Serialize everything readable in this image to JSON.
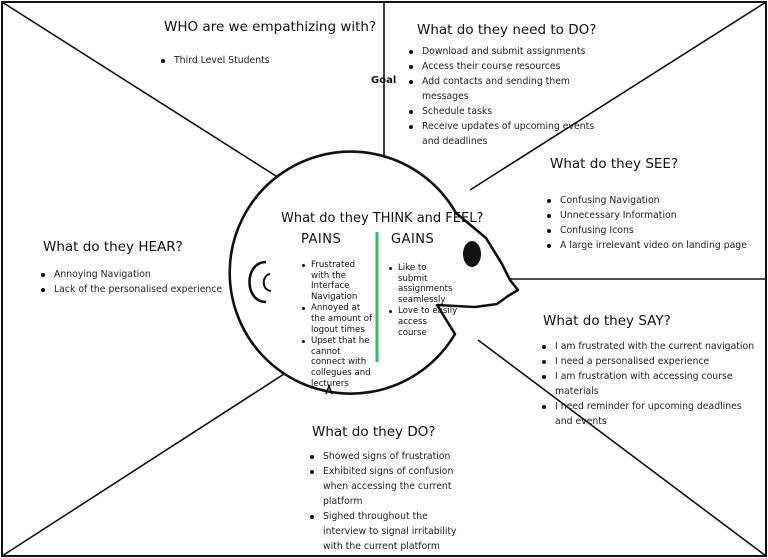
{
  "empathy_map": {
    "who": {
      "title": "WHO are we empathizing with?",
      "items": [
        "Third Level Students"
      ]
    },
    "goal_label": "Goal",
    "need_to_do": {
      "title": "What do they need to DO?",
      "items": [
        "Download and submit assignments",
        "Access their course resources",
        "Add contacts and sending them messages",
        "Schedule tasks",
        "Receive updates of upcoming events  and deadlines"
      ]
    },
    "see": {
      "title": "What do they SEE?",
      "items": [
        "Confusing Navigation",
        "Unnecessary Information",
        "Confusing Icons",
        "A large irrelevant video on landing page"
      ]
    },
    "hear": {
      "title": "What do they HEAR?",
      "items": [
        "Annoying Navigation",
        "Lack of the personalised experience"
      ]
    },
    "say": {
      "title": "What do they SAY?",
      "items": [
        "I am frustrated with the current navigation",
        "I need a personalised experience",
        "I am frustration with accessing course materials",
        "I need reminder for upcoming deadlines and events"
      ]
    },
    "do": {
      "title": "What do they DO?",
      "items": [
        "Showed signs of frustration",
        "Exhibited signs of confusion when accessing the current platform",
        "Sighed throughout the interview to signal irritability with the current platform"
      ]
    },
    "think_feel": {
      "title": "What do they THINK and FEEL?",
      "pains_title": "PAINS",
      "pains": [
        "Frustrated with the Interface Navigation",
        "Annoyed at the amount of logout times",
        "Upset that he cannot connect with collegues and lecturers"
      ],
      "gains_title": "GAINS",
      "gains": [
        "Like to submit assignments seamlessly",
        "Love to easily access course"
      ]
    },
    "colors": {
      "divider": "#22c55e",
      "line": "#111111"
    }
  }
}
